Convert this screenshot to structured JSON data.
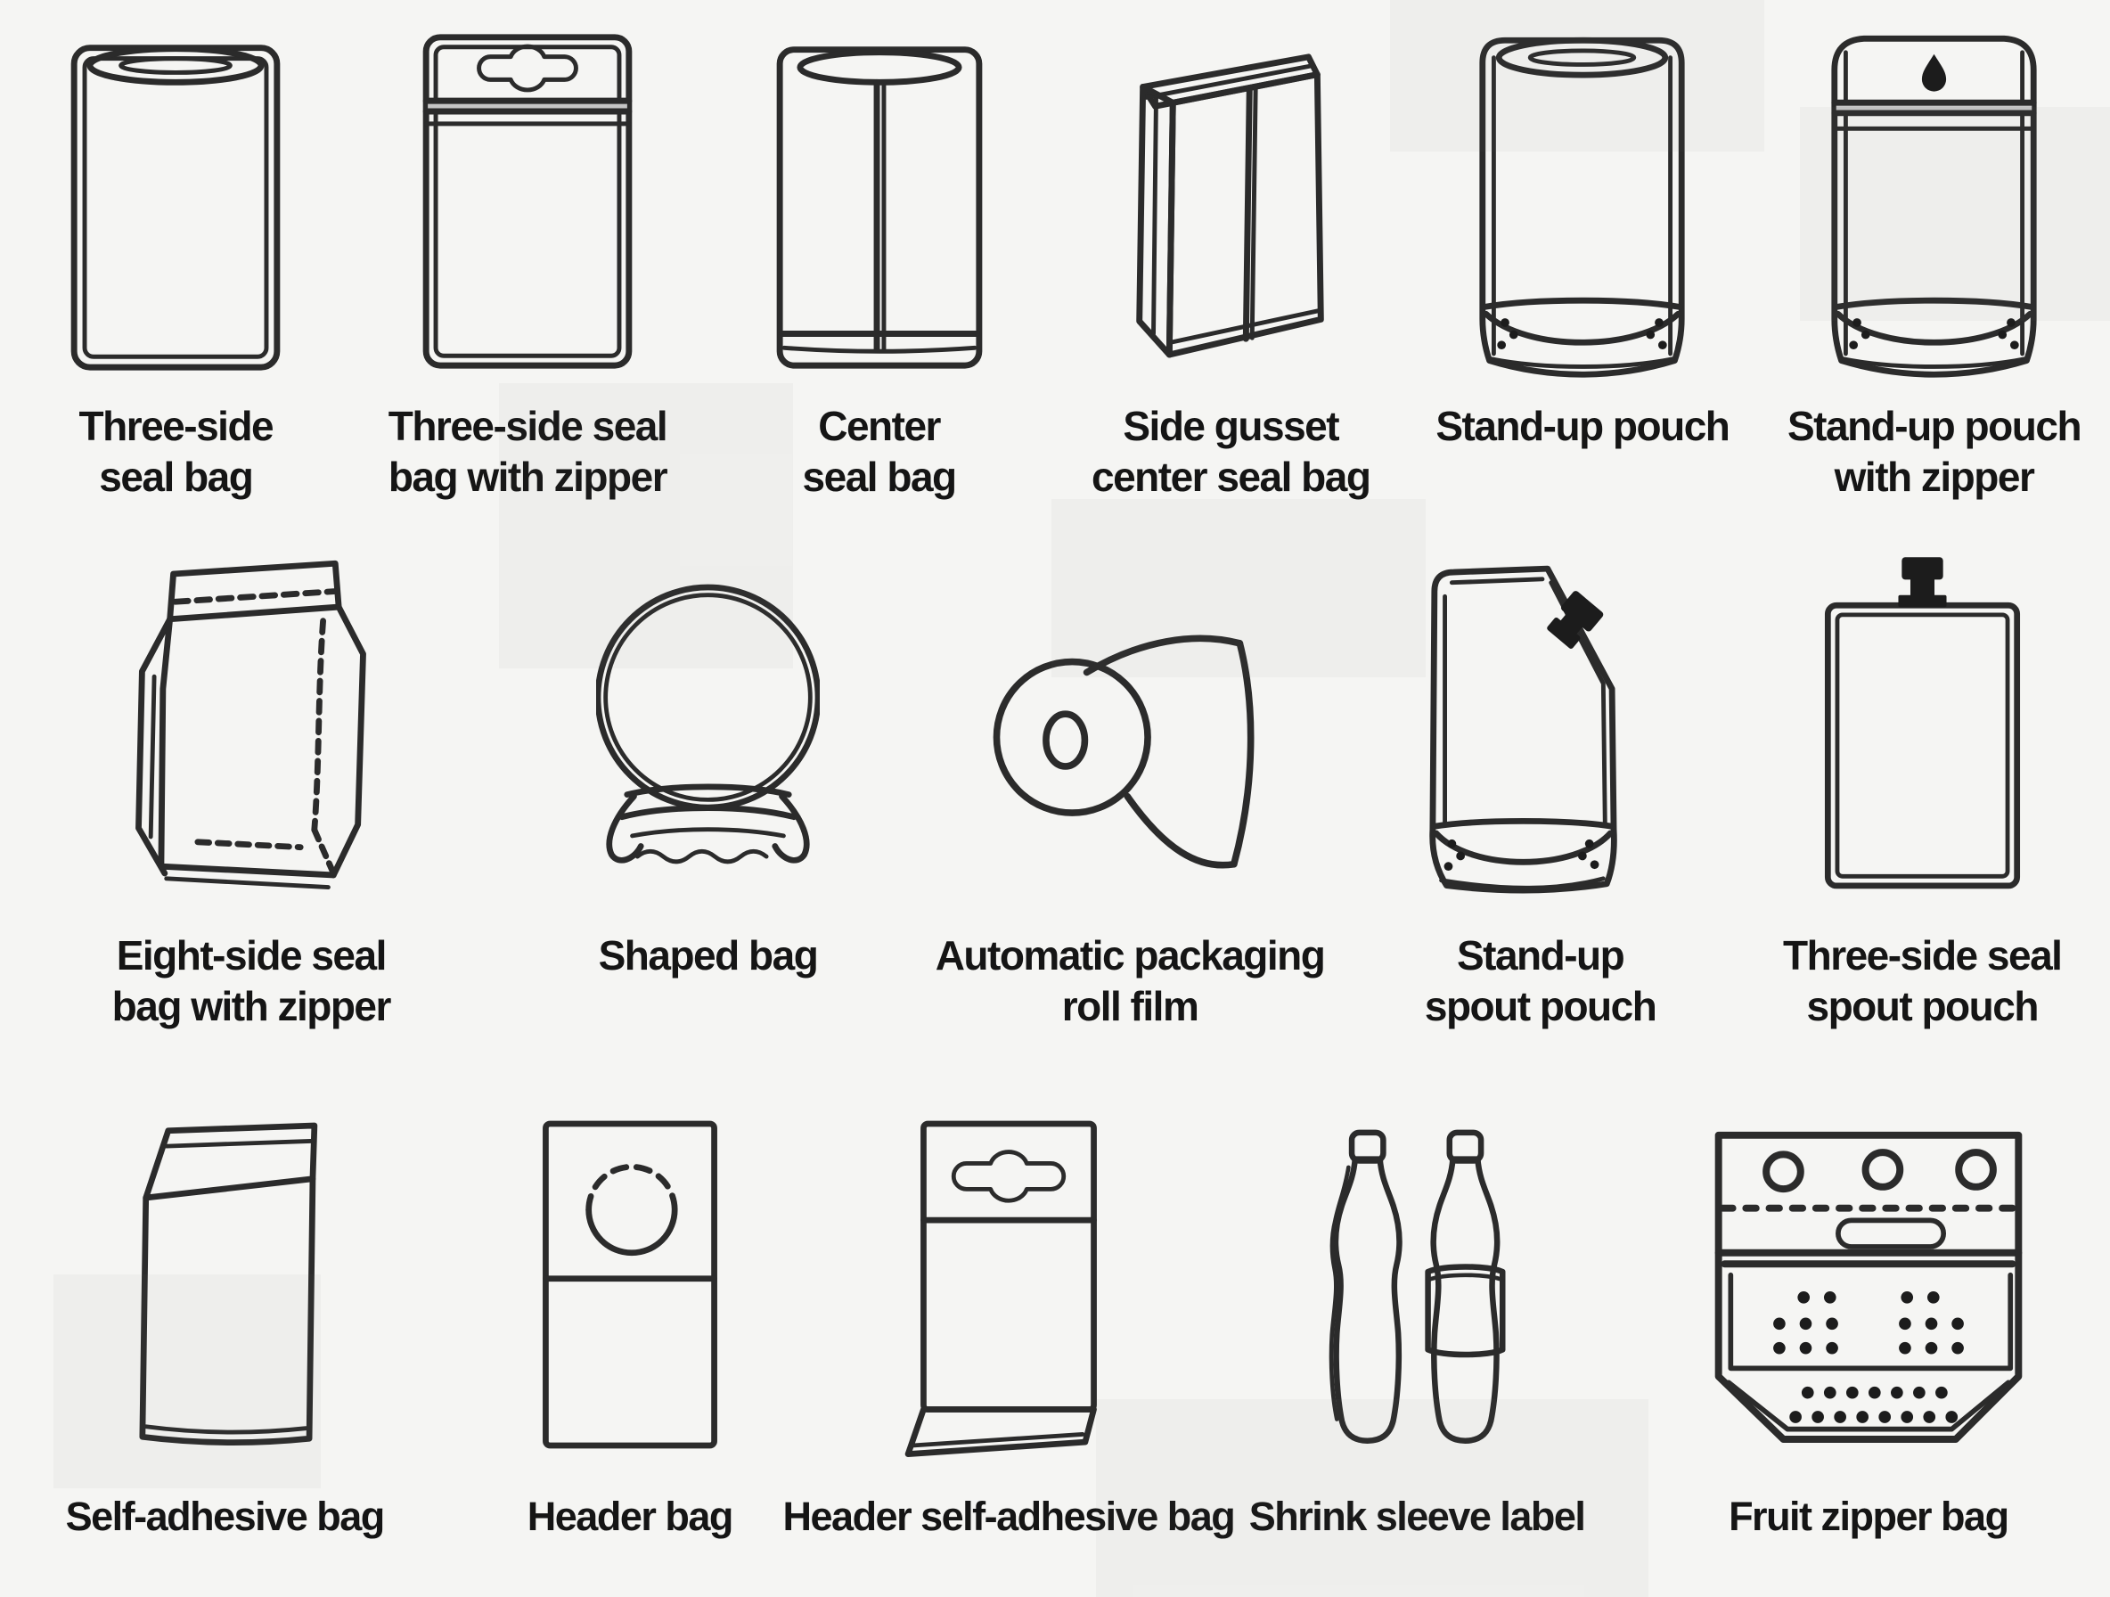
{
  "colors": {
    "background": "#f5f5f3",
    "line": "#2b2b2b",
    "label_text": "#151515",
    "zipper_band": "#c6c6c6",
    "spout_fill": "#1c1c1c"
  },
  "rows": [
    {
      "items": [
        {
          "label": "Three-side\nseal bag",
          "icon": "three-side-seal-bag-icon"
        },
        {
          "label": "Three-side seal\nbag with zipper",
          "icon": "three-side-seal-bag-with-zipper-icon"
        },
        {
          "label": "Center\nseal bag",
          "icon": "center-seal-bag-icon"
        },
        {
          "label": "Side gusset\ncenter seal bag",
          "icon": "side-gusset-center-seal-bag-icon"
        },
        {
          "label": "Stand-up pouch",
          "icon": "stand-up-pouch-icon"
        },
        {
          "label": "Stand-up pouch\nwith zipper",
          "icon": "stand-up-pouch-with-zipper-icon"
        }
      ]
    },
    {
      "items": [
        {
          "label": "Eight-side seal\nbag with zipper",
          "icon": "eight-side-seal-bag-with-zipper-icon"
        },
        {
          "label": "Shaped bag",
          "icon": "shaped-bag-icon"
        },
        {
          "label": "Automatic packaging\nroll film",
          "icon": "automatic-packaging-roll-film-icon"
        },
        {
          "label": "Stand-up\nspout pouch",
          "icon": "stand-up-spout-pouch-icon"
        },
        {
          "label": "Three-side seal\nspout pouch",
          "icon": "three-side-seal-spout-pouch-icon"
        }
      ]
    },
    {
      "items": [
        {
          "label": "Self-adhesive bag",
          "icon": "self-adhesive-bag-icon"
        },
        {
          "label": "Header bag",
          "icon": "header-bag-icon"
        },
        {
          "label": "Header self-adhesive bag",
          "icon": "header-self-adhesive-bag-icon"
        },
        {
          "label": "Shrink sleeve label",
          "icon": "shrink-sleeve-label-icon"
        },
        {
          "label": "Fruit zipper bag",
          "icon": "fruit-zipper-bag-icon"
        }
      ]
    }
  ]
}
